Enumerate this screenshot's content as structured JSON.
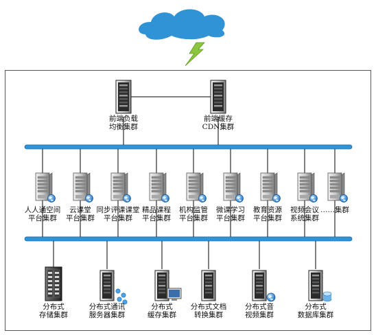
{
  "front_servers": [
    {
      "icon": "rack-server-icon",
      "label": [
        "前端负载",
        "均衡集群"
      ]
    },
    {
      "icon": "rack-server-icon",
      "label": [
        "前端缓存",
        "CDN集群"
      ]
    }
  ],
  "platform_servers": [
    {
      "icon": "tower-server-globe-icon",
      "label": [
        "人人通空间",
        "平台集群"
      ]
    },
    {
      "icon": "tower-server-globe-icon",
      "label": [
        "云课堂",
        "平台集群"
      ]
    },
    {
      "icon": "tower-server-globe-icon",
      "label": [
        "同步评课课堂",
        "平台集群"
      ]
    },
    {
      "icon": "tower-server-globe-icon",
      "label": [
        "精品课程",
        "平台集群"
      ]
    },
    {
      "icon": "tower-server-globe-icon",
      "label": [
        "机构监管",
        "平台集群"
      ]
    },
    {
      "icon": "tower-server-globe-icon",
      "label": [
        "微课学习",
        "平台集群"
      ]
    },
    {
      "icon": "tower-server-globe-icon",
      "label": [
        "教育资源",
        "平台集群"
      ]
    },
    {
      "icon": "tower-server-globe-icon",
      "label": [
        "视频会议",
        "系统集群"
      ]
    },
    {
      "icon": "tower-server-globe-icon",
      "label": [
        "……集群"
      ]
    }
  ],
  "backend_servers": [
    {
      "icon": "storage-server-icon",
      "label": [
        "分布式",
        "存储集群"
      ]
    },
    {
      "icon": "communication-server-icon",
      "label": [
        "分布式通讯",
        "服务器集群"
      ]
    },
    {
      "icon": "cache-server-monitor-icon",
      "label": [
        "分布式",
        "缓存集群"
      ]
    },
    {
      "icon": "conversion-server-icon",
      "label": [
        "分布式文档",
        "转换集群"
      ]
    },
    {
      "icon": "video-server-icon",
      "label": [
        "分布式音",
        "视频集群"
      ]
    },
    {
      "icon": "database-server-icon",
      "label": [
        "分布式",
        "数据库集群"
      ]
    }
  ],
  "colors": {
    "cloud": "#2f93d6",
    "lightning": "#8cc63f",
    "bus": "#2f93d6",
    "frame": "#555555",
    "line": "#000000"
  }
}
